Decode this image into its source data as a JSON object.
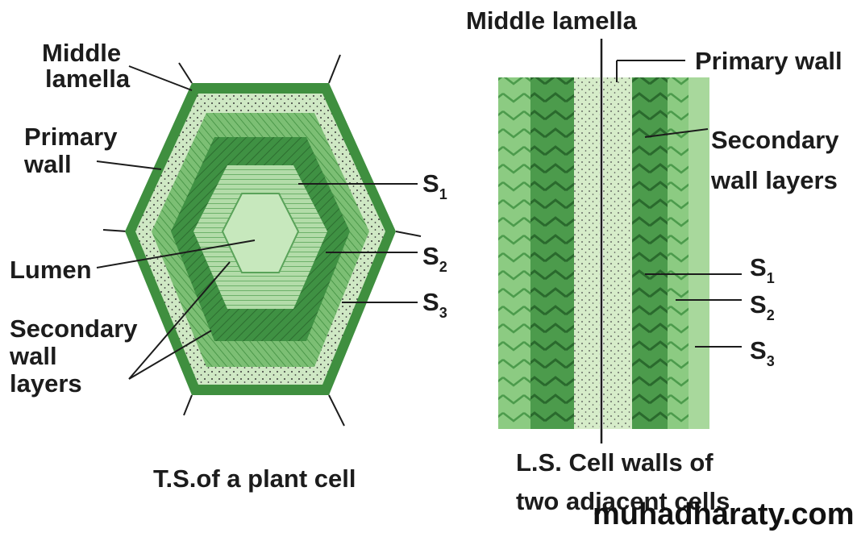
{
  "colors": {
    "outer_band": "#3f8f3f",
    "primary_wall": "#cfe8c4",
    "layer_s3": "#7cbf74",
    "layer_s2": "#3f9143",
    "layer_s1": "#9fd394",
    "lumen": "#c7e8bd",
    "hatch_dark": "#2d6e30",
    "hatch_light": "#bde2b3",
    "stipple": "#3a3a3a"
  },
  "ts": {
    "middle_lamella_1": "Middle",
    "middle_lamella_2": "lamella",
    "primary_wall_1": "Primary",
    "primary_wall_2": "wall",
    "lumen": "Lumen",
    "secondary_1": "Secondary",
    "secondary_2": "wall",
    "secondary_3": "layers",
    "s_letter": "S",
    "s1_sub": "1",
    "s2_sub": "2",
    "s3_sub": "3",
    "caption": "T.S.of a plant cell"
  },
  "ls": {
    "middle_lamella": "Middle lamella",
    "primary_wall": "Primary wall",
    "secondary_1": "Secondary",
    "secondary_2": "wall layers",
    "s_letter": "S",
    "s1_sub": "1",
    "s2_sub": "2",
    "s3_sub": "3",
    "caption_1": "L.S. Cell walls of",
    "caption_2": "two adjacent cells"
  },
  "watermark": "muhadharaty.com"
}
